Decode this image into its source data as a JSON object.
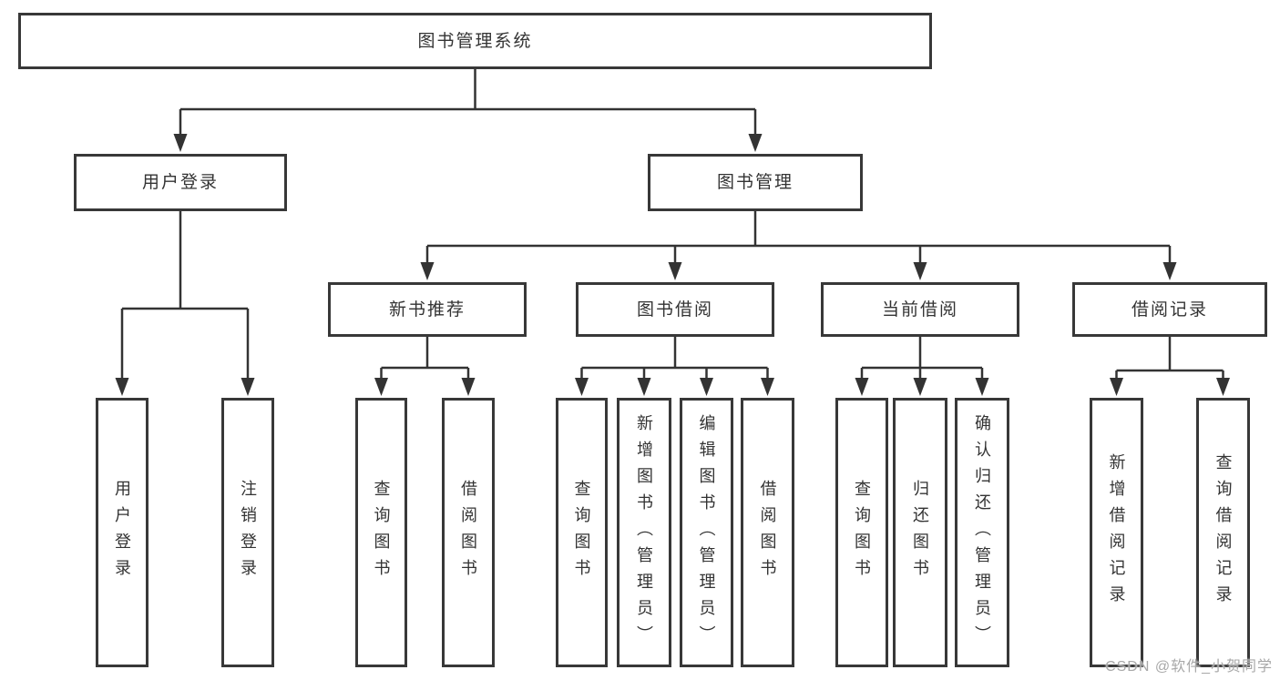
{
  "diagram_title": "图书管理系统",
  "nodes": {
    "root": {
      "label": "图书管理系统",
      "level": 1
    },
    "user_login": {
      "label": "用户登录",
      "level": 2
    },
    "book_mgmt": {
      "label": "图书管理",
      "level": 2
    },
    "new_book_rec": {
      "label": "新书推荐",
      "level": 3
    },
    "book_borrow": {
      "label": "图书借阅",
      "level": 3
    },
    "current_borrow": {
      "label": "当前借阅",
      "level": 3
    },
    "borrow_records": {
      "label": "借阅记录",
      "level": 3
    },
    "leaf_user_login": {
      "label": "用户登录",
      "level": 4
    },
    "leaf_logout": {
      "label": "注销登录",
      "level": 4
    },
    "leaf_nb_query": {
      "label": "查询图书",
      "level": 4
    },
    "leaf_nb_borrow": {
      "label": "借阅图书",
      "level": 4
    },
    "leaf_bb_query": {
      "label": "查询图书",
      "level": 4
    },
    "leaf_bb_add": {
      "label": "新增图书（管理员）",
      "level": 4
    },
    "leaf_bb_edit": {
      "label": "编辑图书（管理员）",
      "level": 4
    },
    "leaf_bb_borrow": {
      "label": "借阅图书",
      "level": 4
    },
    "leaf_cb_query": {
      "label": "查询图书",
      "level": 4
    },
    "leaf_cb_return": {
      "label": "归还图书",
      "level": 4
    },
    "leaf_cb_confirm": {
      "label": "确认归还（管理员）",
      "level": 4
    },
    "leaf_br_add": {
      "label": "新增借阅记录",
      "level": 4
    },
    "leaf_br_query": {
      "label": "查询借阅记录",
      "level": 4
    }
  },
  "hierarchy": [
    {
      "parent": "root",
      "children": [
        "用户登录",
        "图书管理"
      ]
    },
    {
      "parent": "用户登录",
      "children": [
        "用户登录",
        "注销登录"
      ]
    },
    {
      "parent": "图书管理",
      "children": [
        "新书推荐",
        "图书借阅",
        "当前借阅",
        "借阅记录"
      ]
    },
    {
      "parent": "新书推荐",
      "children": [
        "查询图书",
        "借阅图书"
      ]
    },
    {
      "parent": "图书借阅",
      "children": [
        "查询图书",
        "新增图书（管理员）",
        "编辑图书（管理员）",
        "借阅图书"
      ]
    },
    {
      "parent": "当前借阅",
      "children": [
        "查询图书",
        "归还图书",
        "确认归还（管理员）"
      ]
    },
    {
      "parent": "借阅记录",
      "children": [
        "新增借阅记录",
        "查询借阅记录"
      ]
    }
  ],
  "watermark": {
    "text": "CSDN @软件_小贺同学"
  },
  "colors": {
    "background": "#ffffff",
    "line": "#333333",
    "box_border": "#383838",
    "text": "#333333",
    "watermark_text": "#a8a8a8"
  }
}
